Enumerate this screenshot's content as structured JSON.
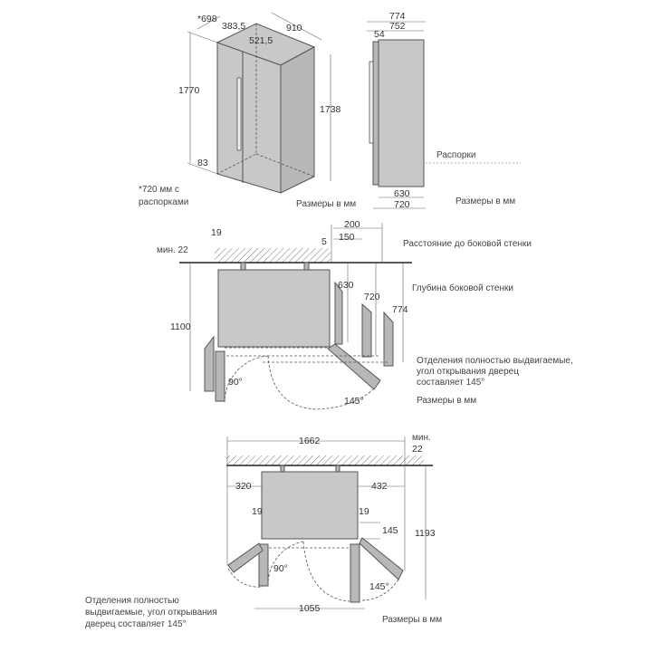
{
  "panel_top": {
    "dim_698": "*698",
    "dim_383_5": "383,5",
    "dim_521_5": "521,5",
    "dim_910": "910",
    "dim_1770": "1770",
    "dim_1738": "1738",
    "dim_83": "83",
    "note_line1": "*720 мм с",
    "note_line2": "распорками",
    "units": "Размеры в мм"
  },
  "panel_side": {
    "dim_774": "774",
    "dim_752": "752",
    "dim_54": "54",
    "spacers_label": "Распорки",
    "dim_630": "630",
    "dim_720": "720",
    "units": "Размеры в мм"
  },
  "panel_middle": {
    "min_22": "мин. 22",
    "dim_19": "19",
    "dim_200": "200",
    "dim_150": "150",
    "dim_5": "5",
    "side_wall_distance": "Расстояние до боковой стенки",
    "dim_630": "630",
    "dim_720": "720",
    "dim_774": "774",
    "side_wall_depth": "Глубина боковой стенки",
    "dim_1100": "1100",
    "note_line1": "Отделения полностью выдвигаемые,",
    "note_line2": "угол открывания дверец",
    "note_line3": "составляет 145°",
    "angle_90": "90°",
    "angle_145": "145°",
    "units": "Размеры в мм"
  },
  "panel_bottom": {
    "dim_1662": "1662",
    "min_label": "мин.",
    "min_value": "22",
    "dim_320": "320",
    "dim_432": "432",
    "dim_19_left": "19",
    "dim_19_right": "19",
    "dim_145": "145",
    "dim_1193": "1193",
    "angle_90": "90°",
    "angle_145": "145°",
    "dim_1055": "1055",
    "note_line1": "Отделения полностью",
    "note_line2": "выдвигаемые, угол открывания",
    "note_line3": "дверец составляет 145°",
    "units": "Размеры в мм"
  }
}
